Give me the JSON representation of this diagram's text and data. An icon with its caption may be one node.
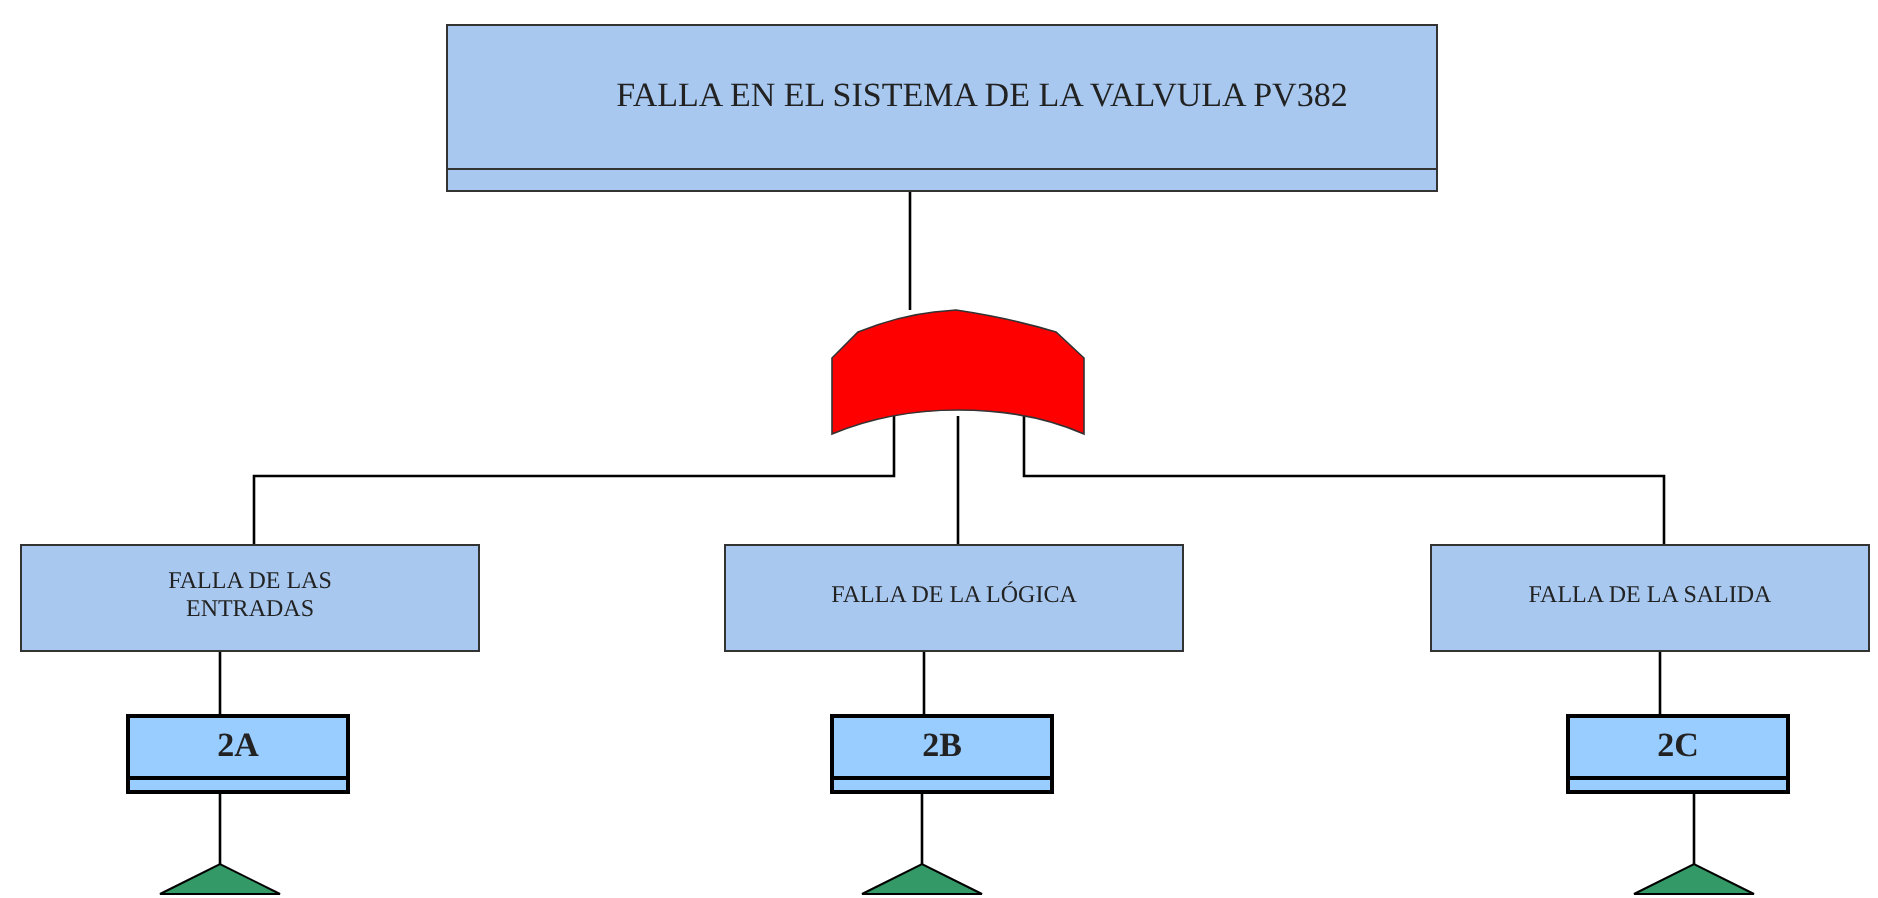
{
  "diagram": {
    "nodes": [
      {
        "text": [
          "FALLA EN EL SISTEMA DE LA VALVULA PV382"
        ]
      },
      {
        "text": [],
        "shape": "gate"
      },
      {
        "text": [
          "FALLA DE LAS ENTRADAS"
        ]
      },
      {
        "text": [
          "FALLA DE LA LÓGICA"
        ]
      },
      {
        "text": [
          "FALLA DE LA SALIDA"
        ]
      },
      {
        "text": [
          "2A"
        ]
      },
      {
        "text": [
          "2B"
        ]
      },
      {
        "text": [
          "2C"
        ]
      },
      {
        "text": [],
        "shape": "triangle"
      },
      {
        "text": [],
        "shape": "triangle"
      },
      {
        "text": [],
        "shape": "triangle"
      }
    ],
    "edges": [
      {
        "from": 0,
        "to": 1,
        "arrow": "none"
      },
      {
        "from": 1,
        "to": 2,
        "arrow": "none"
      },
      {
        "from": 1,
        "to": 3,
        "arrow": "none"
      },
      {
        "from": 1,
        "to": 4,
        "arrow": "none"
      },
      {
        "from": 2,
        "to": 5,
        "arrow": "none"
      },
      {
        "from": 3,
        "to": 6,
        "arrow": "none"
      },
      {
        "from": 4,
        "to": 7,
        "arrow": "none"
      },
      {
        "from": 5,
        "to": 8,
        "arrow": "none"
      },
      {
        "from": 6,
        "to": 9,
        "arrow": "none"
      },
      {
        "from": 7,
        "to": 10,
        "arrow": "none"
      }
    ]
  }
}
